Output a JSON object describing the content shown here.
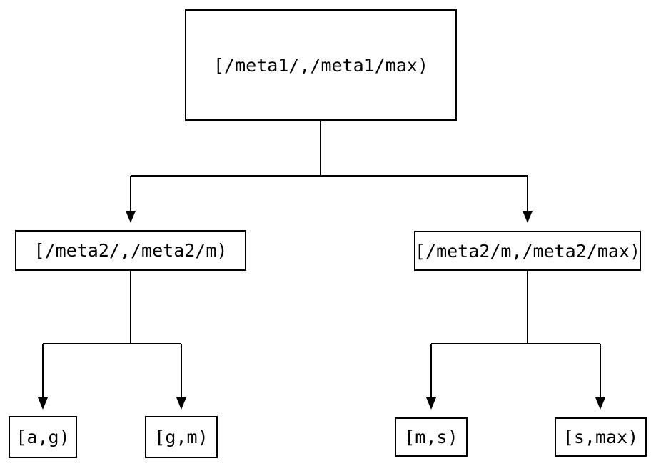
{
  "diagram": {
    "type": "tree",
    "background_color": "#ffffff",
    "line_color": "#000000",
    "nodes": {
      "root": {
        "label": "[/meta1/,/meta1/max)"
      },
      "mid_left": {
        "label": "[/meta2/,/meta2/m)"
      },
      "mid_right": {
        "label": "[/meta2/m,/meta2/max)"
      },
      "leaf_ag": {
        "label": "[a,g)"
      },
      "leaf_gm": {
        "label": "[g,m)"
      },
      "leaf_ms": {
        "label": "[m,s)"
      },
      "leaf_smax": {
        "label": "[s,max)"
      }
    },
    "edges": [
      {
        "from": "root",
        "to": "mid_left"
      },
      {
        "from": "root",
        "to": "mid_right"
      },
      {
        "from": "mid_left",
        "to": "leaf_ag"
      },
      {
        "from": "mid_left",
        "to": "leaf_gm"
      },
      {
        "from": "mid_right",
        "to": "leaf_ms"
      },
      {
        "from": "mid_right",
        "to": "leaf_smax"
      }
    ]
  }
}
